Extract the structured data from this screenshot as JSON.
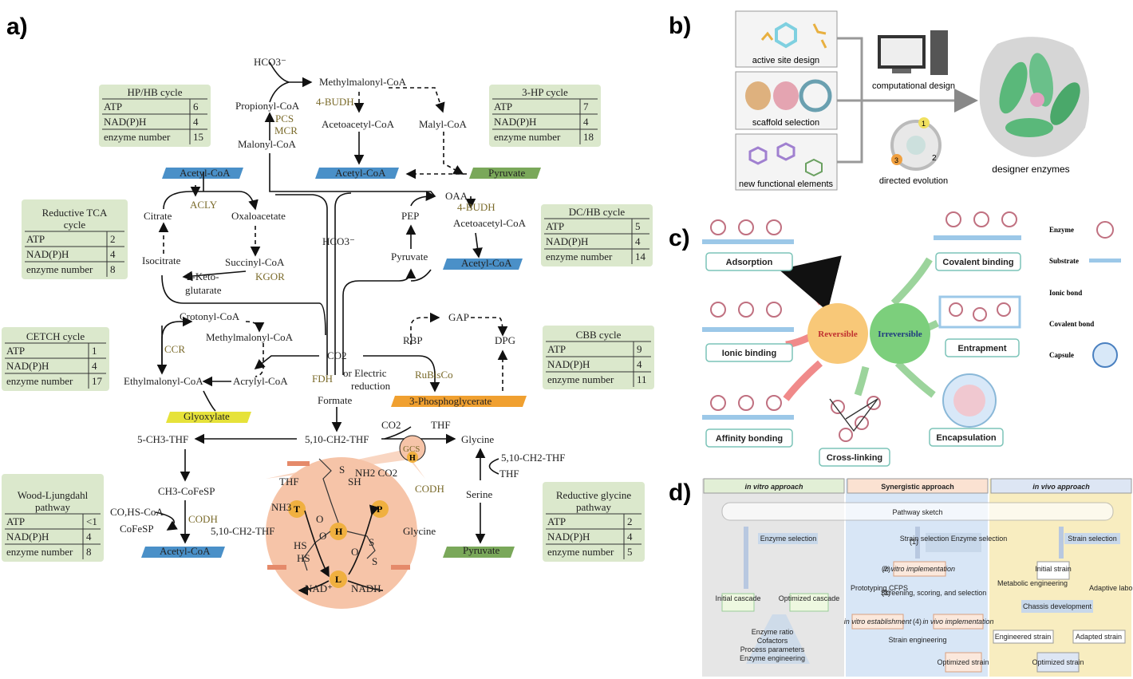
{
  "panels": {
    "a": "a)",
    "b": "b)",
    "c": "c)",
    "d": "d)"
  },
  "cycles": [
    {
      "title": "HP/HB cycle",
      "rows": [
        [
          "ATP",
          "6"
        ],
        [
          "NAD(P)H",
          "4"
        ],
        [
          "enzyme number",
          "15"
        ]
      ]
    },
    {
      "title": "3-HP cycle",
      "rows": [
        [
          "ATP",
          "7"
        ],
        [
          "NAD(P)H",
          "4"
        ],
        [
          "enzyme number",
          "18"
        ]
      ]
    },
    {
      "title": "Reductive TCA cycle",
      "rows": [
        [
          "ATP",
          "2"
        ],
        [
          "NAD(P)H",
          "4"
        ],
        [
          "enzyme number",
          "8"
        ]
      ]
    },
    {
      "title": "DC/HB cycle",
      "rows": [
        [
          "ATP",
          "5"
        ],
        [
          "NAD(P)H",
          "4"
        ],
        [
          "enzyme number",
          "14"
        ]
      ]
    },
    {
      "title": "CETCH cycle",
      "rows": [
        [
          "ATP",
          "1"
        ],
        [
          "NAD(P)H",
          "4"
        ],
        [
          "enzyme number",
          "17"
        ]
      ]
    },
    {
      "title": "CBB cycle",
      "rows": [
        [
          "ATP",
          "9"
        ],
        [
          "NAD(P)H",
          "4"
        ],
        [
          "enzyme number",
          "11"
        ]
      ]
    },
    {
      "title": "Wood-Ljungdahl pathway",
      "rows": [
        [
          "ATP",
          "<1"
        ],
        [
          "NAD(P)H",
          "4"
        ],
        [
          "enzyme number",
          "8"
        ]
      ]
    },
    {
      "title": "Reductive glycine pathway",
      "rows": [
        [
          "ATP",
          "2"
        ],
        [
          "NAD(P)H",
          "4"
        ],
        [
          "enzyme number",
          "5"
        ]
      ]
    }
  ],
  "metabolites": {
    "hco3_top": "HCO3⁻",
    "methylmalonyl": "Methylmalonyl-CoA",
    "propionyl": "Propionyl-CoA",
    "malonyl": "Malonyl-CoA",
    "acetoacetyl1": "Acetoacetyl-CoA",
    "malyl": "Malyl-CoA",
    "acetyl1": "Acetyl-CoA",
    "acetyl2": "Acetyl-CoA",
    "pyruvate1": "Pyruvate",
    "citrate": "Citrate",
    "oxaloacetate": "Oxaloacetate",
    "oaa": "OAA",
    "pep": "PEP",
    "acetoacetyl2": "Acetoacetyl-CoA",
    "hco3_mid": "HCO3⁻",
    "isocitrate": "Isocitrate",
    "succinyl": "Succinyl-CoA",
    "ketoglutarate1": "2-Keto-",
    "ketoglutarate2": "glutarate",
    "pyruvate2": "Pyruvate",
    "acetyl3": "Acetyl-CoA",
    "crotonyl": "Crotonyl-CoA",
    "methylmalonyl2": "Methylmalonyl-CoA",
    "gap": "GAP",
    "rbp": "RBP",
    "dpg": "DPG",
    "co2": "CO2",
    "ethylmalonyl": "Ethylmalonyl-CoA",
    "acrylyl": "Acrylyl-CoA",
    "electric1": "or Electric",
    "electric2": "reduction",
    "formate": "Formate",
    "pga": "3-Phosphoglycerate",
    "glyoxylate": "Glyoxylate",
    "ch3thf": "5-CH3-THF",
    "ch2thf": "5,10-CH2-THF",
    "co2b": "CO2",
    "thf1": "THF",
    "glycine1": "Glycine",
    "ch2thf2": "5,10-CH2-THF",
    "thf2": "THF",
    "serine": "Serine",
    "pyruvate3": "Pyruvate",
    "ch3cofesp": "CH3-CoFeSP",
    "cohs": "CO,HS-CoA",
    "cofesp": "CoFeSP",
    "acetyl4": "Acetyl-CoA",
    "thf3": "THF",
    "nh3a": "NH3",
    "ch2thf3": "5,10-CH2-THF",
    "nh2co2": "NH2 CO2",
    "glycine2": "Glycine",
    "nad": "NAD⁺",
    "nadh": "NADH",
    "hs": "HS",
    "hs2": "HS",
    "sh": "SH",
    "s1": "S",
    "s2": "S",
    "s3": "S",
    "o1": "O",
    "o2": "O",
    "o3": "O"
  },
  "enzymes": {
    "budh1": "4-BUDH",
    "pcs": "PCS",
    "mcr": "MCR",
    "acly": "ACLY",
    "budh2": "4-BUDH",
    "kgor": "KGOR",
    "ccr": "CCR",
    "fdh": "FDH",
    "rubisco": "RuBisCo",
    "codh1": "CODH",
    "codh2": "CODH",
    "gcs": "GCS"
  },
  "gcs_letters": {
    "h": "H",
    "t": "T",
    "p": "P",
    "hc": "H",
    "l": "L"
  },
  "b": {
    "active_site": "active site design",
    "scaffold": "scaffold selection",
    "functional": "new functional elements",
    "computational": "computational design",
    "directed": "directed evolution",
    "designer": "designer enzymes",
    "n1": "1",
    "n2": "2",
    "n3": "3"
  },
  "c": {
    "adsorption": "Adsorption",
    "ionic": "Ionic binding",
    "affinity": "Affinity bonding",
    "crosslinking": "Cross-linking",
    "covalent": "Covalent binding",
    "entrapment": "Entrapment",
    "encapsulation": "Encapsulation",
    "reversible": "Reversible",
    "irreversible": "Irreversible",
    "legend": {
      "enzyme": "Enzyme",
      "substrate": "Substrate",
      "ionic": "Ionic bond",
      "covalent": "Covalent bond",
      "capsule": "Capsule"
    }
  },
  "d": {
    "invitro": "in vitro approach",
    "synergistic": "Synergistic approach",
    "invivo": "in vivo approach",
    "sketch": "Pathway sketch",
    "enzsel": "Enzyme selection",
    "initial_cascade": "Initial cascade",
    "opt_cascade": "Optimized cascade",
    "ratio": "Enzyme ratio",
    "cofactors": "Cofactors",
    "process": "Process parameters",
    "enzeng": "Enzyme engineering",
    "strain_enz": "Strain selection Enzyme selection",
    "s1": "(1)",
    "s2": "(2)",
    "invitro_impl": "in vitro implementation",
    "prototyping": "Prototyping CFPS",
    "s3": "(3)",
    "screening": "Screening, scoring, and selection",
    "invitro_est": "in vitro establishment",
    "s4": "(4)",
    "invivo_impl": "in vivo implementation",
    "strain_eng": "Strain engineering",
    "opt_strain": "Optimized strain",
    "strainsel": "Strain selection",
    "metabolic": "Metabolic engineering",
    "initial_strain": "Initial strain",
    "ale": "Adaptive laboratory evolution",
    "chassis": "Chassis development",
    "engineered": "Engineered strain",
    "adapted": "Adapted strain",
    "opt_strain2": "Optimized strain"
  },
  "colors": {
    "green_box": "#dbe8cc",
    "blue_bar": "#4a90c8",
    "green_bar": "#7aa85a",
    "yellow_bar": "#e6e23a",
    "orange_bar": "#f0a030",
    "gcs_circle": "#f6c4a8",
    "gold": "#f0b040"
  }
}
